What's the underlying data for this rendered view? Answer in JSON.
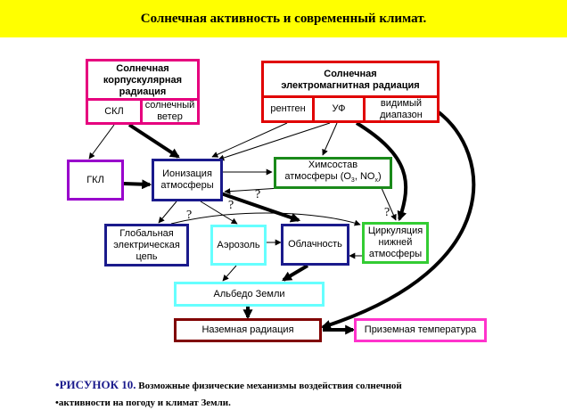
{
  "title": "Солнечная активность и современный климат.",
  "colors": {
    "banner": "#ffff00",
    "magenta": "#e6007e",
    "red": "#e00000",
    "navy": "#1a1a8c",
    "purple": "#9900cc",
    "green": "#1a8a1a",
    "lime": "#33cc33",
    "cyan": "#66ffff",
    "maroon": "#800000",
    "pink": "#ff33cc"
  },
  "nodes": {
    "corpuscular": "Солнечная корпускулярная радиация",
    "skl": "СКЛ",
    "solar_wind": "солнечный ветер",
    "electromagnetic": "Солнечная электромагнитная радиация",
    "xray": "рентген",
    "uv": "УФ",
    "visible": "видимый диапазон",
    "gkl": "ГКЛ",
    "ionization": "Ионизация атмосферы",
    "chem_line1": "Химсостав",
    "chem_line2_prefix": "атмосферы (O",
    "chem_sub1": "3",
    "chem_mid": ", NO",
    "chem_sub2": "x",
    "chem_suffix": ")",
    "global_circuit": "Глобальная электрическая цепь",
    "aerosol": "Аэрозоль",
    "cloudiness": "Облачность",
    "circulation": "Циркуляция нижней атмосферы",
    "albedo": "Альбедо Земли",
    "ground_radiation": "Наземная радиация",
    "surface_temp": "Приземная температура"
  },
  "question_mark": "?",
  "caption": {
    "bullet1": "•",
    "label": "РИСУНОК 10.",
    "text1": " Возможные физические механизмы воздействия солнечной",
    "bullet2": "•",
    "text2": "активности на погоду и климат  Земли."
  }
}
